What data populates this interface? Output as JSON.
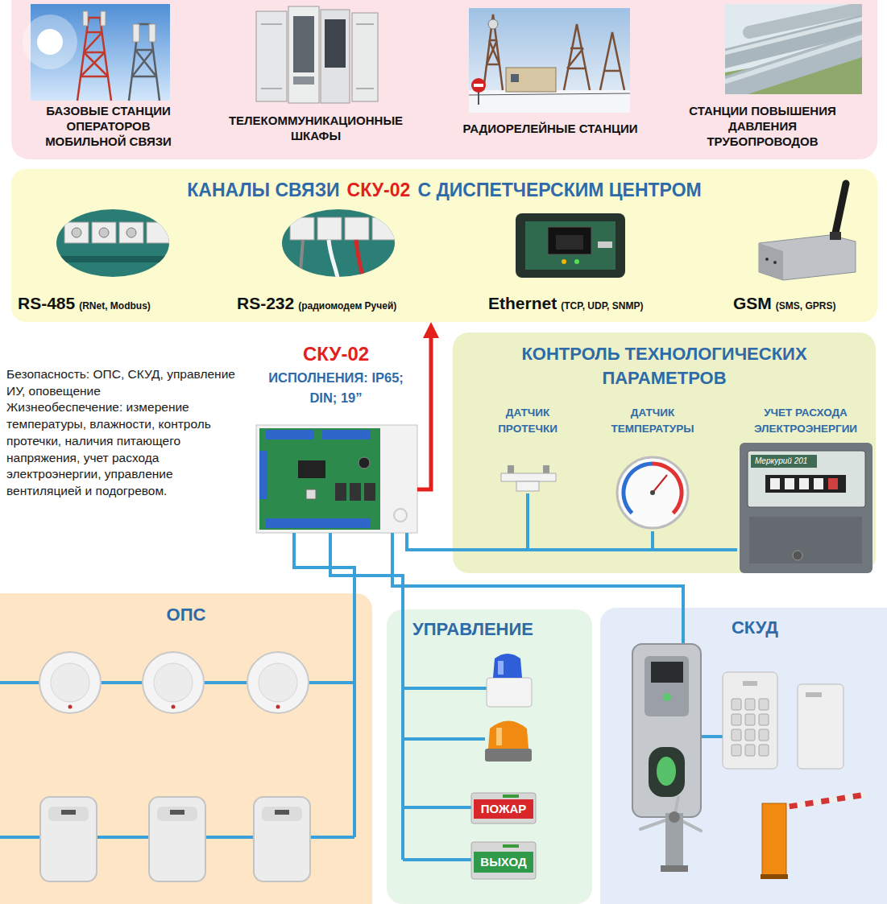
{
  "diagram": {
    "nodes": [
      {
        "text": [
          "БАЗОВЫЕ СТАНЦИИ ОПЕРАТОРОВ МОБИЛЬНОЙ СВЯЗИ"
        ]
      },
      {
        "text": [
          "ТЕЛЕКОММУНИКАЦИОННЫЕ ШКАФЫ"
        ]
      },
      {
        "text": [
          "РАДИОРЕЛЕЙНЫЕ СТАНЦИИ"
        ]
      },
      {
        "text": [
          "СТАНЦИИ ПОВЫШЕНИЯ ДАВЛЕНИЯ ТРУБОПРОВОДОВ"
        ]
      },
      {
        "text": [
          "КАНАЛЫ СВЯЗИ",
          "СКУ-02",
          "С ДИСПЕТЧЕРСКИМ ЦЕНТРОМ"
        ]
      },
      {
        "text": [
          "RS-485",
          "(RNet, Modbus)"
        ],
        "in": 4
      },
      {
        "text": [
          "RS-232",
          "(радиомодем Ручей)"
        ],
        "in": 4
      },
      {
        "text": [
          "Ethernet",
          "(TCP, UDP, SNMP)"
        ],
        "in": 4
      },
      {
        "text": [
          "GSM",
          "(SMS, GPRS)"
        ],
        "in": 4
      },
      {
        "text": [
          "СКУ-02",
          "ИСПОЛНЕНИЯ: IP65; DIN; 19”"
        ]
      },
      {
        "text": [
          "КОНТРОЛЬ ТЕХНОЛОГИЧЕСКИХ ПАРАМЕТРОВ"
        ]
      },
      {
        "text": [
          "ДАТЧИК ПРОТЕЧКИ"
        ],
        "in": 10
      },
      {
        "text": [
          "ДАТЧИК ТЕМПЕРАТУРЫ"
        ],
        "in": 10
      },
      {
        "text": [
          "УЧЕТ РАСХОДА ЭЛЕКТРОЭНЕРГИИ"
        ],
        "in": 10
      },
      {
        "text": [
          "ОПС"
        ]
      },
      {
        "text": [
          "УПРАВЛЕНИЕ"
        ]
      },
      {
        "text": [
          "СКУД"
        ]
      }
    ],
    "edges": [
      {
        "from": 9,
        "to": 4,
        "arrow": "to"
      },
      {
        "from": 9,
        "to": 11,
        "arrow": "none"
      },
      {
        "from": 9,
        "to": 12,
        "arrow": "none"
      },
      {
        "from": 9,
        "to": 13,
        "arrow": "none"
      },
      {
        "from": 9,
        "to": 14,
        "arrow": "none"
      },
      {
        "from": 9,
        "to": 15,
        "arrow": "none"
      },
      {
        "from": 9,
        "to": 16,
        "arrow": "none"
      }
    ],
    "labels": [
      "Безопасность: ОПС, СКУД, управление ИУ, оповещение",
      "Жизнеобеспечение: измерение температуры, влажности, контроль протечки, наличия питающего напряжения, учет расхода электроэнергии, управление вентиляцией и подогревом.",
      "Меркурий 201",
      "ПОЖАР",
      "ВЫХОД"
    ]
  }
}
